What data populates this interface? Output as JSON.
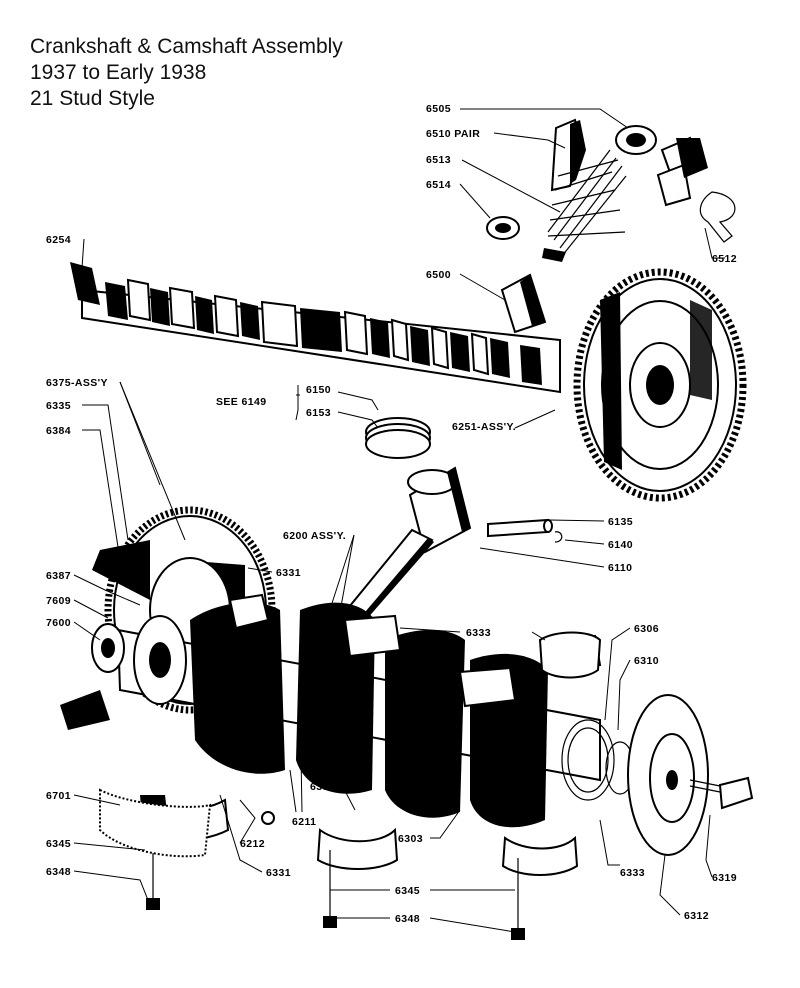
{
  "title": {
    "line1": "Crankshaft & Camshaft Assembly",
    "line2": "1937 to Early 1938",
    "line3": "21 Stud Style"
  },
  "labels": {
    "p6505": "6505",
    "p6510": "6510 PAIR",
    "p6513": "6513",
    "p6514": "6514",
    "p6512": "6512",
    "p6500": "6500",
    "p6254": "6254",
    "p6375": "6375-ASS'Y",
    "p6335": "6335",
    "p6384": "6384",
    "see6149": "SEE 6149",
    "p6150": "6150",
    "p6153": "6153",
    "p6251": "6251-ASS'Y.",
    "p6200": "6200 ASS'Y.",
    "p6135": "6135",
    "p6140": "6140",
    "p6110": "6110",
    "p6387": "6387",
    "p6331a": "6331",
    "p7609": "7609",
    "p7600": "7600",
    "p6333a": "6333",
    "p6306": "6306",
    "p6310": "6310",
    "p6701": "6701",
    "p6345a": "6345",
    "p6348a": "6348",
    "p6212": "6212",
    "p6211": "6211",
    "p6333b": "6333",
    "p6303": "6303",
    "p6331b": "6331",
    "p6333c": "6333",
    "p6319": "6319",
    "p6312": "6312",
    "p6345b": "6345",
    "p6348b": "6348"
  }
}
